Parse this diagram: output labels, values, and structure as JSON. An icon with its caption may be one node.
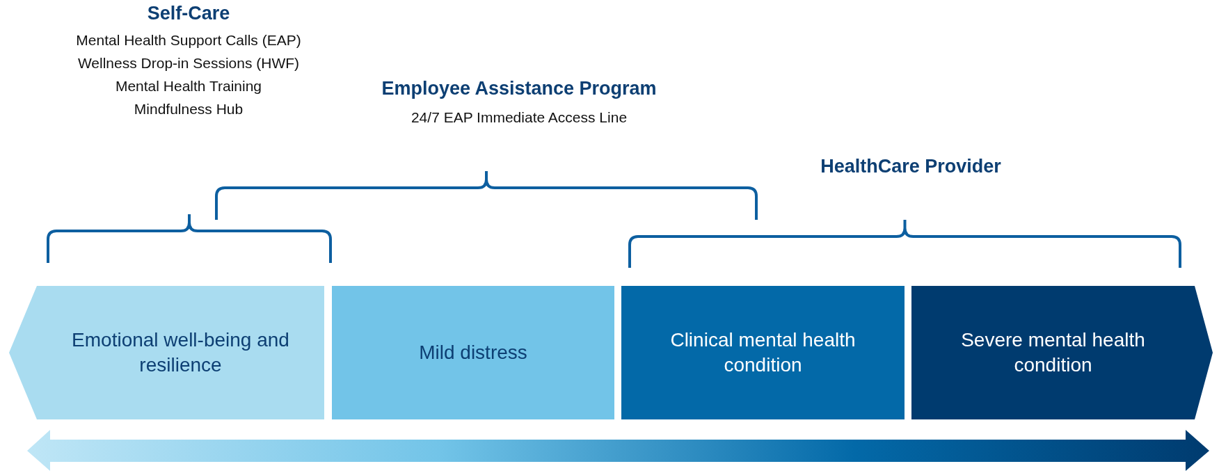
{
  "diagram": {
    "nodes": [
      {
        "text": [
          "Emotional well-being and resilience"
        ]
      },
      {
        "text": [
          "Mild distress"
        ]
      },
      {
        "text": [
          "Clinical mental health condition"
        ]
      },
      {
        "text": [
          "Severe mental health condition"
        ]
      }
    ],
    "labels": [
      "Self-Care",
      "Mental Health Support Calls (EAP)",
      "Wellness Drop-in Sessions (HWF)",
      "Mental Health Training",
      "Mindfulness Hub",
      "Employee Assistance Program",
      "24/7 EAP Immediate Access Line",
      "HealthCare Provider"
    ]
  }
}
